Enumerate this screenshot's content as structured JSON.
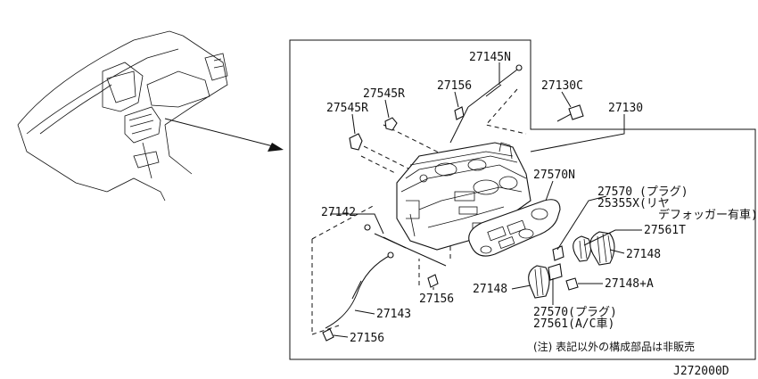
{
  "labels": {
    "p27145N": "27145N",
    "p27130C": "27130C",
    "p27545R_a": "27545R",
    "p27156_a": "27156",
    "p27545R_b": "27545R",
    "p27130": "27130",
    "p27570N": "27570N",
    "p27570_plug": "27570 (プラグ)",
    "p25355X": "25355X(リヤ",
    "p25355X_2": "デフォッガー有車)",
    "p27142": "27142",
    "p27561T": "27561T",
    "p27148_a": "27148",
    "p27148_b": "27148",
    "p27148A": "27148+A",
    "p27156_b": "27156",
    "p27570_plug2": "27570(プラグ)",
    "p27561_ac": "27561(A/C車)",
    "p27143": "27143",
    "p27156_c": "27156"
  },
  "note": "(注) 表記以外の構成部品は非販売",
  "diagram_code": "J272000D"
}
